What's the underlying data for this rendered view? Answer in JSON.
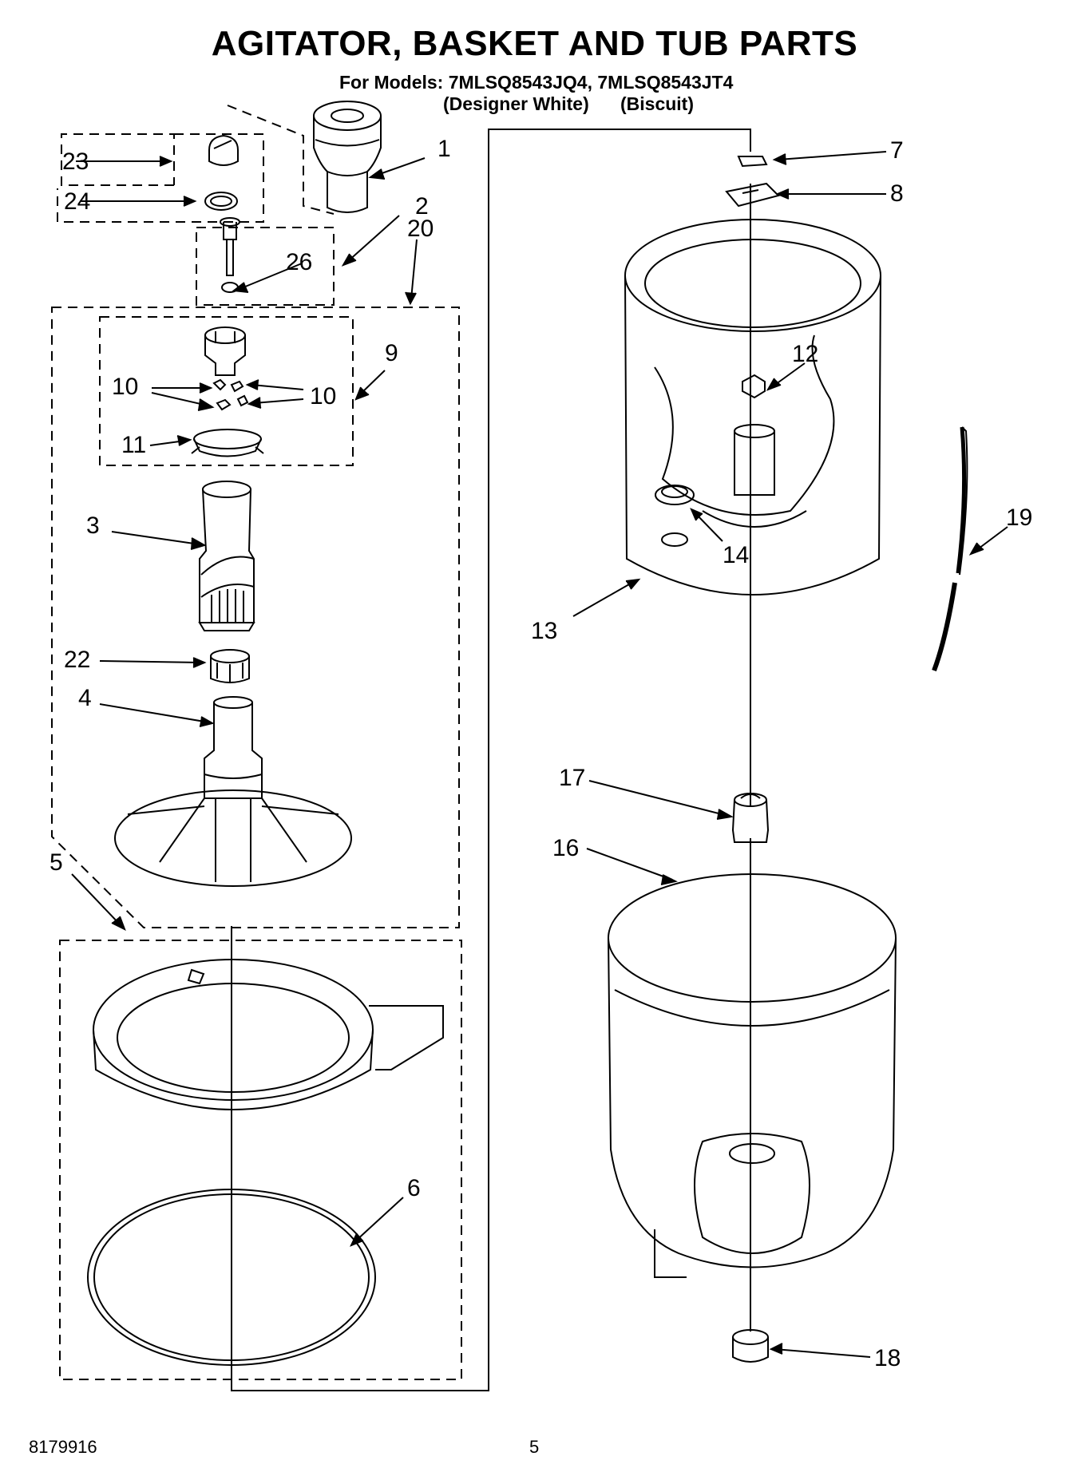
{
  "header": {
    "title": "AGITATOR, BASKET AND TUB PARTS",
    "models_line": "For Models: 7MLSQ8543JQ4, 7MLSQ8543JT4",
    "variant_left": "(Designer White)",
    "variant_right": "(Biscuit)"
  },
  "callouts": {
    "c1": "1",
    "c2": "2",
    "c3": "3",
    "c4": "4",
    "c5": "5",
    "c6": "6",
    "c7": "7",
    "c8": "8",
    "c9": "9",
    "c10a": "10",
    "c10b": "10",
    "c11": "11",
    "c12": "12",
    "c13": "13",
    "c14": "14",
    "c16": "16",
    "c17": "17",
    "c18": "18",
    "c19": "19",
    "c20": "20",
    "c22": "22",
    "c23": "23",
    "c24": "24",
    "c26": "26"
  },
  "footer": {
    "doc_number": "8179916",
    "page_number": "5"
  }
}
